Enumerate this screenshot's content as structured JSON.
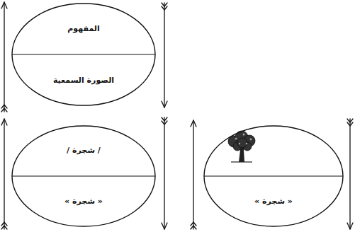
{
  "diagram": {
    "nodes": [
      {
        "text": [
          "المفهوم",
          "الصورة السمعية"
        ]
      },
      {
        "text": [
          "« شجرة »"
        ]
      },
      {
        "text": [
          "/ شجرة /",
          "« شجرة »"
        ]
      }
    ]
  }
}
